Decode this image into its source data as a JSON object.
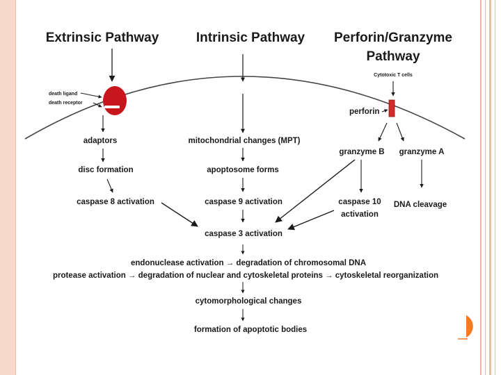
{
  "titles": {
    "extrinsic": "Extrinsic Pathway",
    "intrinsic": "Intrinsic Pathway",
    "perforin_line1": "Perforin/Granzyme",
    "perforin_line2": "Pathway"
  },
  "extrinsic": {
    "death_ligand": "death ligand",
    "death_receptor": "death receptor",
    "adaptors": "adaptors",
    "disc_formation": "disc formation",
    "caspase8": "caspase 8 activation"
  },
  "intrinsic": {
    "mitochondrial": "mitochondrial changes (MPT)",
    "apoptosome": "apoptosome forms",
    "caspase9": "caspase 9 activation"
  },
  "perforin": {
    "cytotoxic": "Cytotoxic T cells",
    "perforin": "perforin",
    "granzyme_b": "granzyme B",
    "granzyme_a": "granzyme A",
    "caspase10_line1": "caspase 10",
    "caspase10_line2": "activation",
    "dna_cleavage": "DNA cleavage"
  },
  "common": {
    "caspase3": "caspase 3 activation",
    "endonuclease": "endonuclease activation → degradation of chromosomal DNA",
    "protease": "protease activation → degradation of nuclear and cytoskeletal proteins → cytoskeletal reorganization",
    "cytomorphological": "cytomorphological changes",
    "apoptotic_bodies": "formation of apoptotic bodies"
  },
  "colors": {
    "death_receptor": "#c8161d",
    "perforin_pore": "#d42a2a",
    "slide_border": "#f7d9cc",
    "slide_accent": "#f47b20"
  }
}
